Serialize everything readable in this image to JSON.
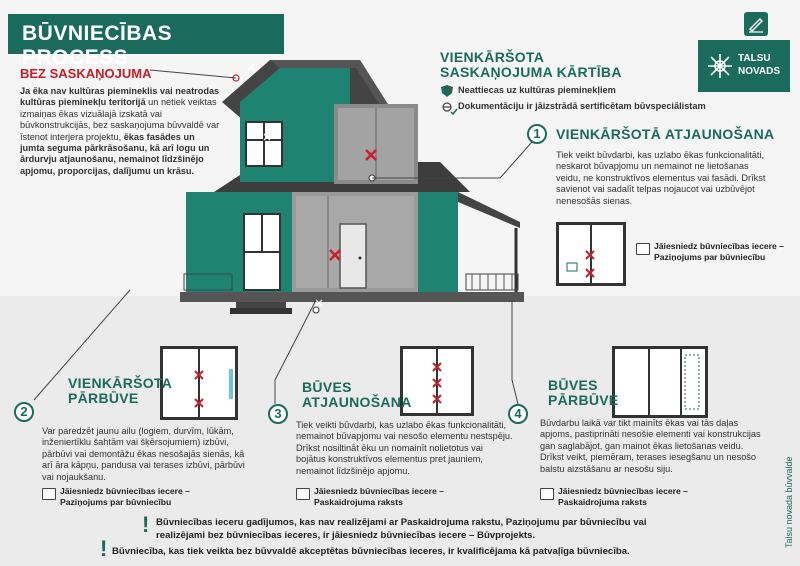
{
  "header": {
    "title": "BŪVNIECĪBAS PROCESS",
    "logo_line1": "TALSU",
    "logo_line2": "NOVADS"
  },
  "left_intro": {
    "heading": "BEZ SASKAŅOJUMA",
    "p1": "Ja ēka nav kultūras piemineklis vai neatrodas kultūras pieminekļu teritorijā",
    "p2": "un netiek veiktas izmaiņas ēkas vizuālajā izskatā vai būvkonstrukcijās, bez saskaņojuma būvvaldē var īstenot interjera projektu,",
    "p3": "ēkas fasādes un jumta seguma pārkrāsošanu, kā arī logu un ārdurvju atjaunošanu, nemainot līdzšinējo apjomu, proporcijas, dalījumu un krāsu."
  },
  "simple_order": {
    "heading_line1": "VIENKĀRŠOTA",
    "heading_line2": "SASKAŅOJUMA KĀRTĪBA",
    "item1": "Neattiecas uz kultūras pieminekļiem",
    "item2": "Dokumentāciju ir jāizstrādā sertificētam būvspeciālistam"
  },
  "step1": {
    "num": "1",
    "heading": "VIENKĀRŠOTĀ ATJAUNOŠANA",
    "text": "Tiek veikt būvdarbi, kas uzlabo ēkas funkcionalitāti, neskarot būvapjomu un nemainot ne lietošanas veidu, ne konstruktīvos elementus vai fasādi. Drīkst savienot vai sadalīt telpas nojaucot vai uzbūvējot nenesošās sienas.",
    "caption_l1": "Jāiesniedz būvniecības iecere –",
    "caption_l2": "Paziņojums par būvniecību"
  },
  "step2": {
    "num": "2",
    "heading_l1": "VIENKĀRŠOTA",
    "heading_l2": "PĀRBŪVE",
    "text": "Var paredzēt jaunu ailu (logiem, durvīm, lūkām, inženiertīklu šahtām vai šķērsojumiem) izbūvi, pārbūvi vai demontāžu ēkas nesošajās sienās, kā arī āra kāpņu, pandusa vai terases izbūvi, pārbūvi vai nojaukšanu.",
    "caption_l1": "Jāiesniedz būvniecības iecere –",
    "caption_l2": "Paziņojums par būvniecību"
  },
  "step3": {
    "num": "3",
    "heading_l1": "BŪVES",
    "heading_l2": "ATJAUNOŠANA",
    "text": "Tiek veikti būvdarbi, kas uzlabo ēkas funkcionalitāti, nemainot būvapjomu vai nesošo elementu nestspēju. Drīkst nosiltināt ēku un nomainīt nolietotus vai bojātus konstruktīvos elementus pret jauniem, nemainot līdzšinējo apjomu.",
    "caption_l1": "Jāiesniedz būvniecības iecere –",
    "caption_l2": "Paskaidrojuma raksts"
  },
  "step4": {
    "num": "4",
    "heading_l1": "BŪVES",
    "heading_l2": "PĀRBŪVE",
    "text": "Būvdarbu laikā var tikt mainīts ēkas vai tās daļas apjoms, pastiprināti nesošie elementi vai konstrukcijas gan saglabājot, gan mainot ēkas lietošanas veidu. Drīkst veikt, piemēram, terases iesegšanu un nesošo balstu aizstāšanu ar nesošu siju.",
    "caption_l1": "Jāiesniedz būvniecības iecere –",
    "caption_l2": "Paskaidrojuma raksts"
  },
  "footer": {
    "note1": "Būvniecības ieceru gadījumos, kas nav realizējami ar Paskaidrojuma rakstu, Paziņojumu par būvniecību vai realizējami bez būvniecības ieceres, ir jāiesniedz būvniecības iecere – Būvprojekts.",
    "note2": "Būvniecība, kas tiek veikta bez būvvaldē akceptētas būvniecības ieceres, ir kvalificējama kā patvaļīga būvniecība."
  },
  "side_label": "Talsu novada būvvalde",
  "colors": {
    "accent": "#1a6b5c",
    "red": "#c8202a",
    "dark": "#3d3d3d"
  }
}
